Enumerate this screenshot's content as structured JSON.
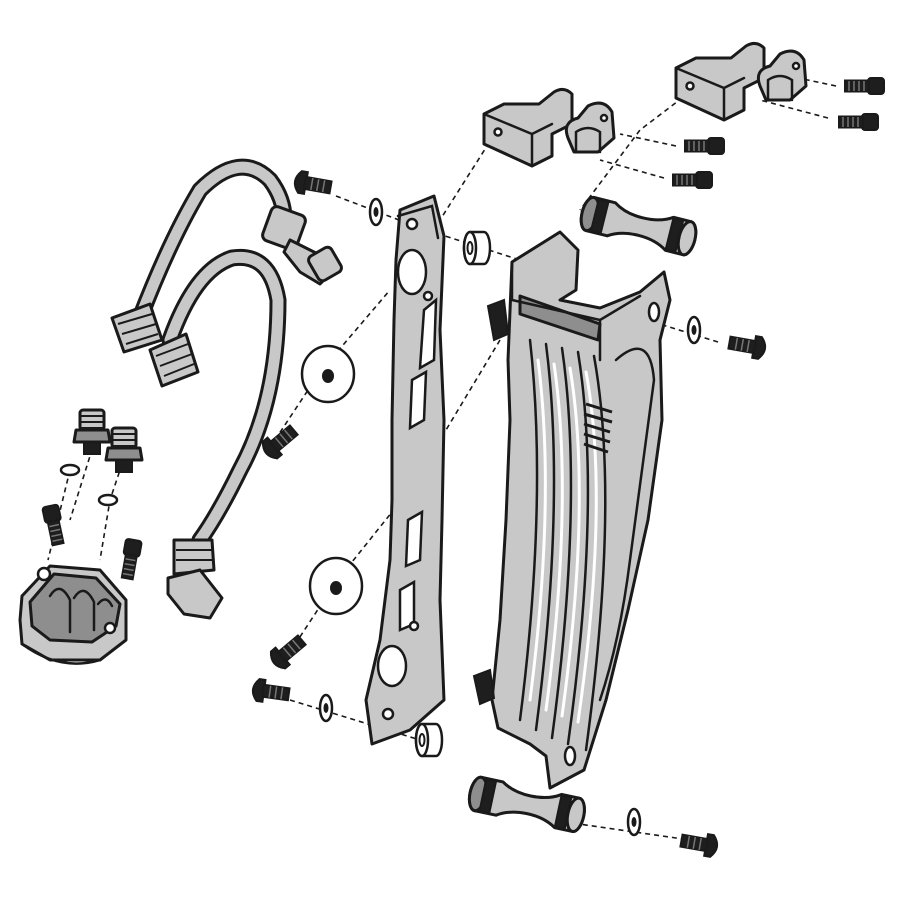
{
  "diagram": {
    "type": "exploded-assembly-view",
    "colors": {
      "part_fill": "#c8c8c8",
      "part_dark": "#8e8e8e",
      "outline": "#1a1a1a",
      "fastener": "#1e1e1e",
      "background": "#ffffff"
    },
    "parts": [
      "upper-riser-clamp-left",
      "upper-riser-clamp-right",
      "socket-cap-screw",
      "oil-hose-upper",
      "oil-hose-lower",
      "mounting-bracket-plate",
      "oil-cooler-radiator",
      "rubber-spacer-bushing",
      "flat-washer",
      "button-head-bolt",
      "filter-adapter-housing",
      "an-fitting"
    ]
  }
}
